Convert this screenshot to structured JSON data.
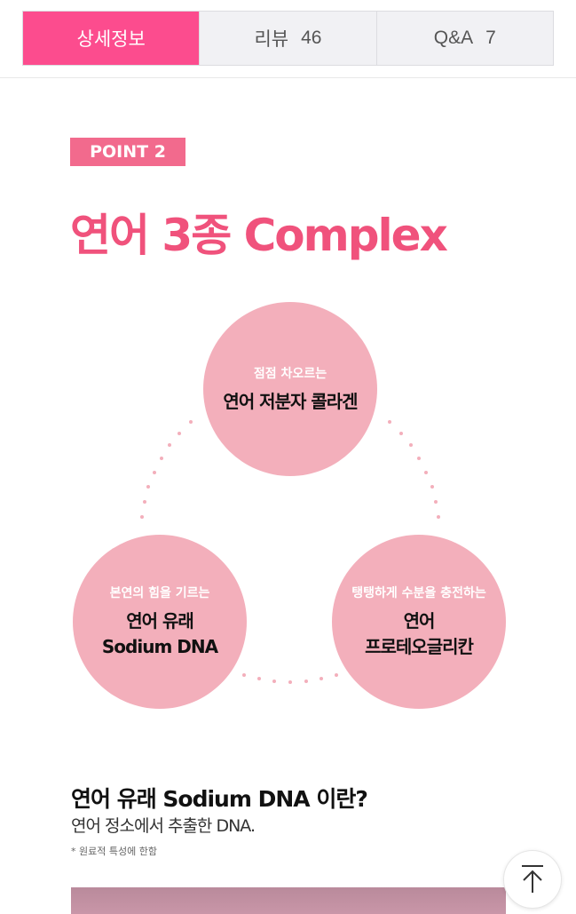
{
  "tabs": [
    {
      "label": "상세정보",
      "count": ""
    },
    {
      "label": "리뷰",
      "count": "46"
    },
    {
      "label": "Q&A",
      "count": "7"
    }
  ],
  "point_badge": "POINT 2",
  "title": "연어 3종 Complex",
  "circles": [
    {
      "sub": "점점 차오르는",
      "main": "연어 저분자 콜라겐"
    },
    {
      "sub": "본연의 힘을 기르는",
      "main1": "연어 유래",
      "main2": "Sodium DNA"
    },
    {
      "sub": "탱탱하게 수분을 충전하는",
      "main1": "연어",
      "main2": "프로테오글리칸"
    }
  ],
  "section": {
    "heading": "연어 유래 Sodium DNA 이란?",
    "desc": "연어 정소에서 추출한 DNA.",
    "note": "* 원료적 특성에 한함"
  },
  "colors": {
    "accent": "#fc4c8e",
    "title": "#f0527c",
    "circle": "#f3afbb"
  }
}
